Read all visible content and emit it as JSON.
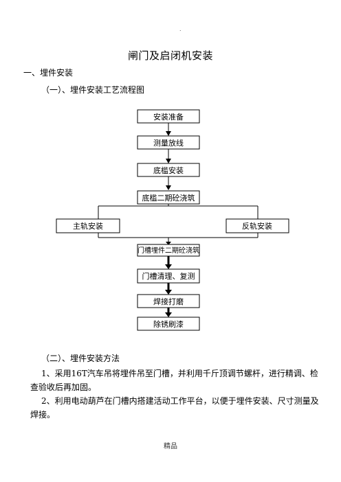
{
  "header": {
    "mark": "."
  },
  "title": "闸门及启闭机安装",
  "section1": {
    "heading": "一、埋件安装"
  },
  "subsection1": {
    "heading": "（一）、埋件安装工艺流程图"
  },
  "flowchart": {
    "steps_top": [
      "安装准备",
      "测量放线",
      "底槛安装",
      "底槛二期砼浇筑"
    ],
    "branch_left": "主轨安装",
    "branch_right": "反轨安装",
    "steps_bottom": [
      "门槽埋件二期砼浇筑",
      "门槽清理、复测",
      "焊接打磨",
      "除锈刷漆"
    ]
  },
  "subsection2": {
    "heading": "（二）、埋件安装方法"
  },
  "paragraphs": [
    "1、采用16T汽车吊将埋件吊至门槽，并利用千斤顶调节螺杆，进行精调、检查验收后再加固。",
    "2、利用电动葫芦在门槽内搭建活动工作平台，以便于埋件安装、尺寸测量及焊接。"
  ],
  "footer": {
    "text": "精品"
  }
}
